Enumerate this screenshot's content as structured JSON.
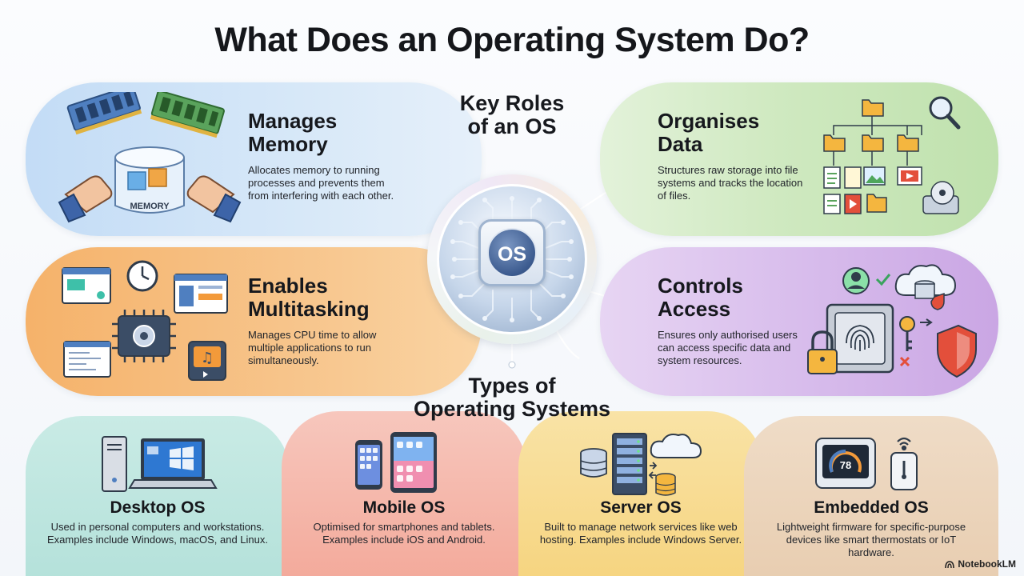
{
  "title": "What Does an Operating System Do?",
  "center": {
    "roles_label": [
      "Key Roles",
      "of an OS"
    ],
    "chip_label": "OS",
    "types_label": [
      "Types of",
      "Operating Systems"
    ]
  },
  "roles": {
    "memory": {
      "title": [
        "Manages",
        "Memory"
      ],
      "description": "Allocates memory to running processes and prevents them from interfering with each other.",
      "icon_label": "MEMORY",
      "icons": [
        "ram-stick-icon",
        "memory-cylinder-icon",
        "hand-icon"
      ]
    },
    "data": {
      "title": [
        "Organises",
        "Data"
      ],
      "description": "Structures raw storage into file systems and tracks the location of files.",
      "icons": [
        "folder-tree-icon",
        "magnifier-icon",
        "document-icon",
        "image-file-icon",
        "video-file-icon",
        "hard-drive-icon"
      ]
    },
    "multitasking": {
      "title": [
        "Enables",
        "Multitasking"
      ],
      "description": "Manages CPU time to allow multiple applications to run simultaneously.",
      "icons": [
        "app-window-icon",
        "clock-icon",
        "cpu-gear-icon",
        "code-window-icon",
        "music-player-icon"
      ]
    },
    "access": {
      "title": [
        "Controls",
        "Access"
      ],
      "description": "Ensures only authorised users can access specific data and system resources.",
      "icons": [
        "user-check-icon",
        "cloud-database-icon",
        "vault-fingerprint-icon",
        "padlock-icon",
        "key-icon",
        "shield-icon"
      ]
    }
  },
  "types": {
    "desktop": {
      "title": "Desktop OS",
      "description": "Used in personal computers and workstations. Examples include Windows, macOS, and Linux.",
      "icons": [
        "pc-tower-icon",
        "laptop-icon"
      ]
    },
    "mobile": {
      "title": "Mobile OS",
      "description": "Optimised for smartphones and tablets. Examples include iOS and Android.",
      "icons": [
        "smartphone-icon",
        "tablet-icon"
      ]
    },
    "server": {
      "title": "Server OS",
      "description": "Built to manage network services like web hosting. Examples include Windows Server.",
      "icons": [
        "server-rack-icon",
        "database-icon",
        "cloud-icon"
      ]
    },
    "embedded": {
      "title": "Embedded OS",
      "description": "Lightweight firmware for specific-purpose devices like smart thermostats or IoT hardware.",
      "thermostat_reading": "78",
      "icons": [
        "thermostat-icon",
        "smart-plug-icon",
        "wifi-icon"
      ]
    }
  },
  "brand": "NotebookLM",
  "colors": {
    "memory": "#c3dcf6",
    "data": "#cfe9c0",
    "multitasking": "#f5b26a",
    "access": "#d8bdec",
    "desktop": "#c9ebe5",
    "mobile": "#f3a99a",
    "server": "#f6d47f",
    "embedded": "#e8cdb0",
    "hub": "#3c5b8f"
  }
}
